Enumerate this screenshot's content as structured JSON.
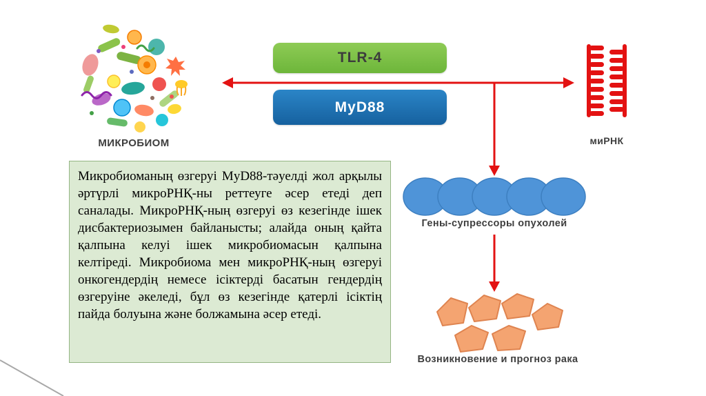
{
  "diagram": {
    "microbiome_label": "МИКРОБИОМ",
    "tlr4_label": "TLR-4",
    "myd88_label": "MyD88",
    "mirna_label": "миРНК",
    "suppressor_genes_label": "Гены-супрессоры опухолей",
    "cancer_label": "Возникновение и прогноз рака"
  },
  "textbox": {
    "text": "Микробиоманың өзгеруі MyD88-тәуелді жол арқылы әртүрлі микроРНҚ-ны реттеуге әсер етеді деп саналады. МикроРНҚ-ның өзгеруі өз кезегінде ішек дисбактериозымен байланысты; алайда оның қайта қалпына келуі ішек микробиомасын қалпына келтіреді. Микробиома мен микроРНҚ-ның өзгеруі онкогендердің немесе ісіктерді басатын гендердің өзгеруіне әкеледі, бұл өз кезегінде қатерлі ісіктің пайда болуына және болжамына әсер етеді."
  },
  "colors": {
    "tlr4_box": "#79c143",
    "myd88_box": "#1b74ba",
    "arrow_red": "#e31212",
    "mirna_red": "#e31212",
    "gene_ovals": "#4f94d8",
    "cancer_blobs": "#f4a471",
    "textbox_bg": "#dcead3",
    "textbox_border": "#94b483",
    "label_text": "#3e3e3e"
  }
}
